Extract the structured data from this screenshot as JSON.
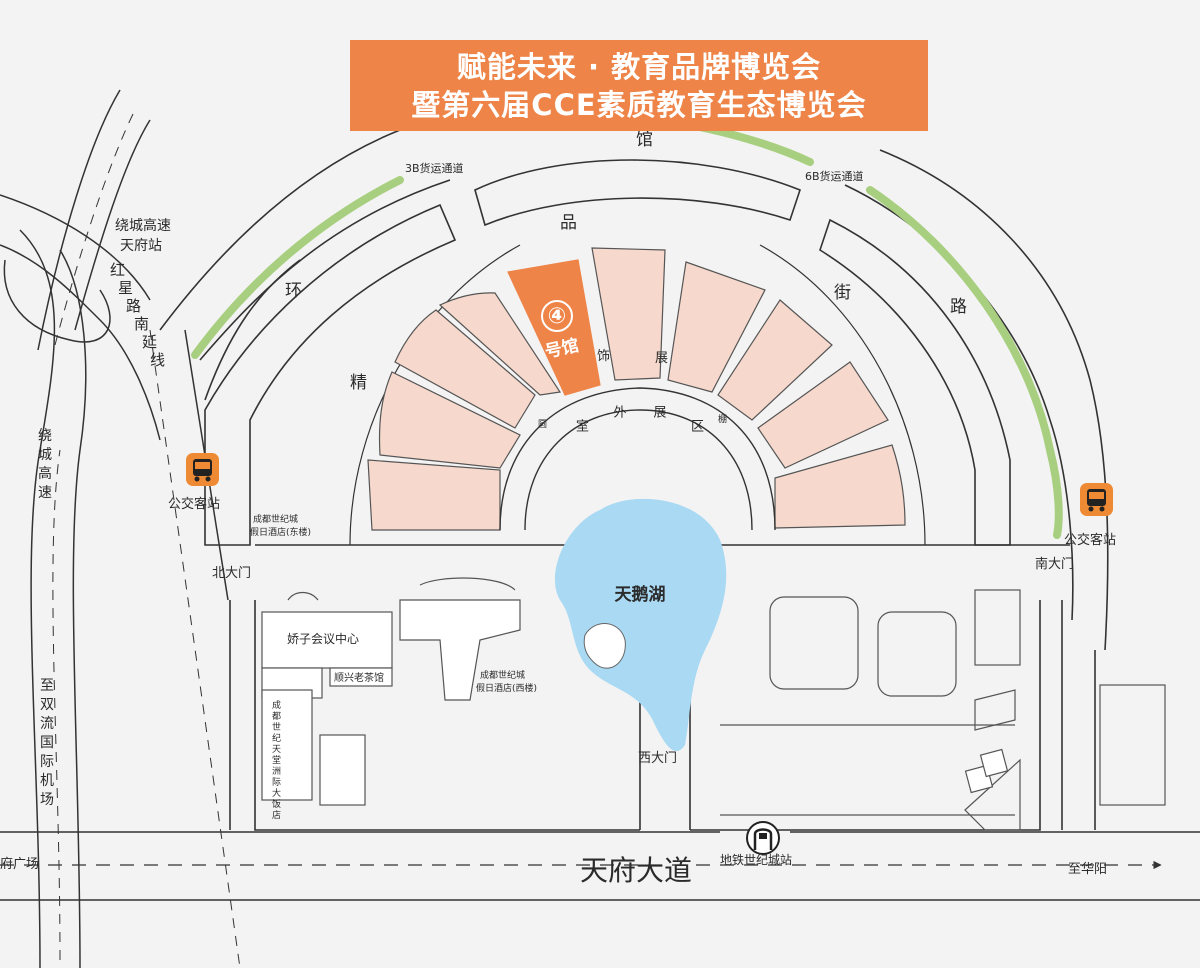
{
  "banner": {
    "line1": "赋能未来 · 教育品牌博览会",
    "line2": "暨第六届CCE素质教育生态博览会",
    "bg_color": "#ee8448"
  },
  "colors": {
    "hall_fill": "#f6d9cc",
    "highlight_hall": "#ee8448",
    "lake": "#a9d9f3",
    "green_belt": "#a8cf7f",
    "bus_icon": "#ee8a34"
  },
  "hall": {
    "highlight_number": "④",
    "highlight_label": "号馆"
  },
  "roads": {
    "ring_chars": [
      "环",
      "精",
      "品",
      "馆",
      "街",
      "路"
    ],
    "freight_3b": "3B货运通道",
    "freight_6b": "6B货运通道",
    "ring_highway_station": "绕城高速天府站",
    "hongxing_road": "红星路南延线",
    "ring_highway": "绕城高速",
    "to_airport": "至双流国际机场",
    "tianfu_avenue": "天府大道",
    "to_huayang": "至华阳",
    "plaza_partial": "府广场"
  },
  "areas": {
    "outdoor_exhibit": "室外展区",
    "lake": "天鹅湖",
    "jiaozi_center": "娇子会议中心",
    "shunxing_teahouse": "顺兴老茶馆",
    "holiday_inn_east": "成都世纪城假日酒店(东楼)",
    "holiday_inn_west": "成都世纪城假日酒店(西楼)",
    "intercontinental": "成都世纪天堂洲际大饭店",
    "hall_small_chars": [
      "饰",
      "展",
      "圆",
      "棚"
    ]
  },
  "gates": {
    "north": "北大门",
    "south": "南大门",
    "west": "西大门"
  },
  "stations": {
    "bus_left": "公交客站",
    "bus_right": "公交客站",
    "metro": "地铁世纪城站"
  },
  "icons": {
    "bus": "bus-icon",
    "metro": "metro-icon"
  }
}
